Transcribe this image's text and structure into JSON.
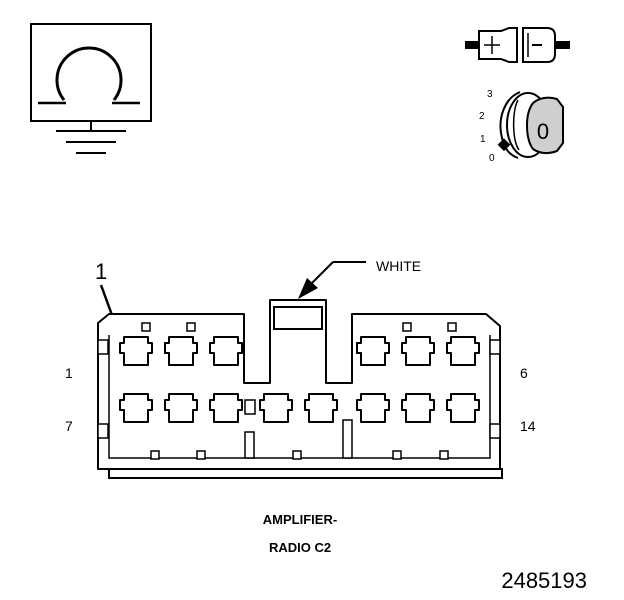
{
  "colors": {
    "ink": "#000000",
    "paper": "#ffffff",
    "key_shade": "#cfcfcf"
  },
  "icons": [
    "ohmmeter-ground-icon",
    "disconnect-connector-icon",
    "ignition-key-off-icon"
  ],
  "ignition": {
    "positions": [
      "3",
      "2",
      "1",
      "0"
    ],
    "key_label": "0"
  },
  "connector": {
    "color_label": "WHITE",
    "callout_number": "1",
    "pin_row1_start": "1",
    "pin_row1_end": "6",
    "pin_row2_start": "7",
    "pin_row2_end": "14",
    "name_line1": "AMPLIFIER-",
    "name_line2": "RADIO C2"
  },
  "figure_id": "2485193"
}
